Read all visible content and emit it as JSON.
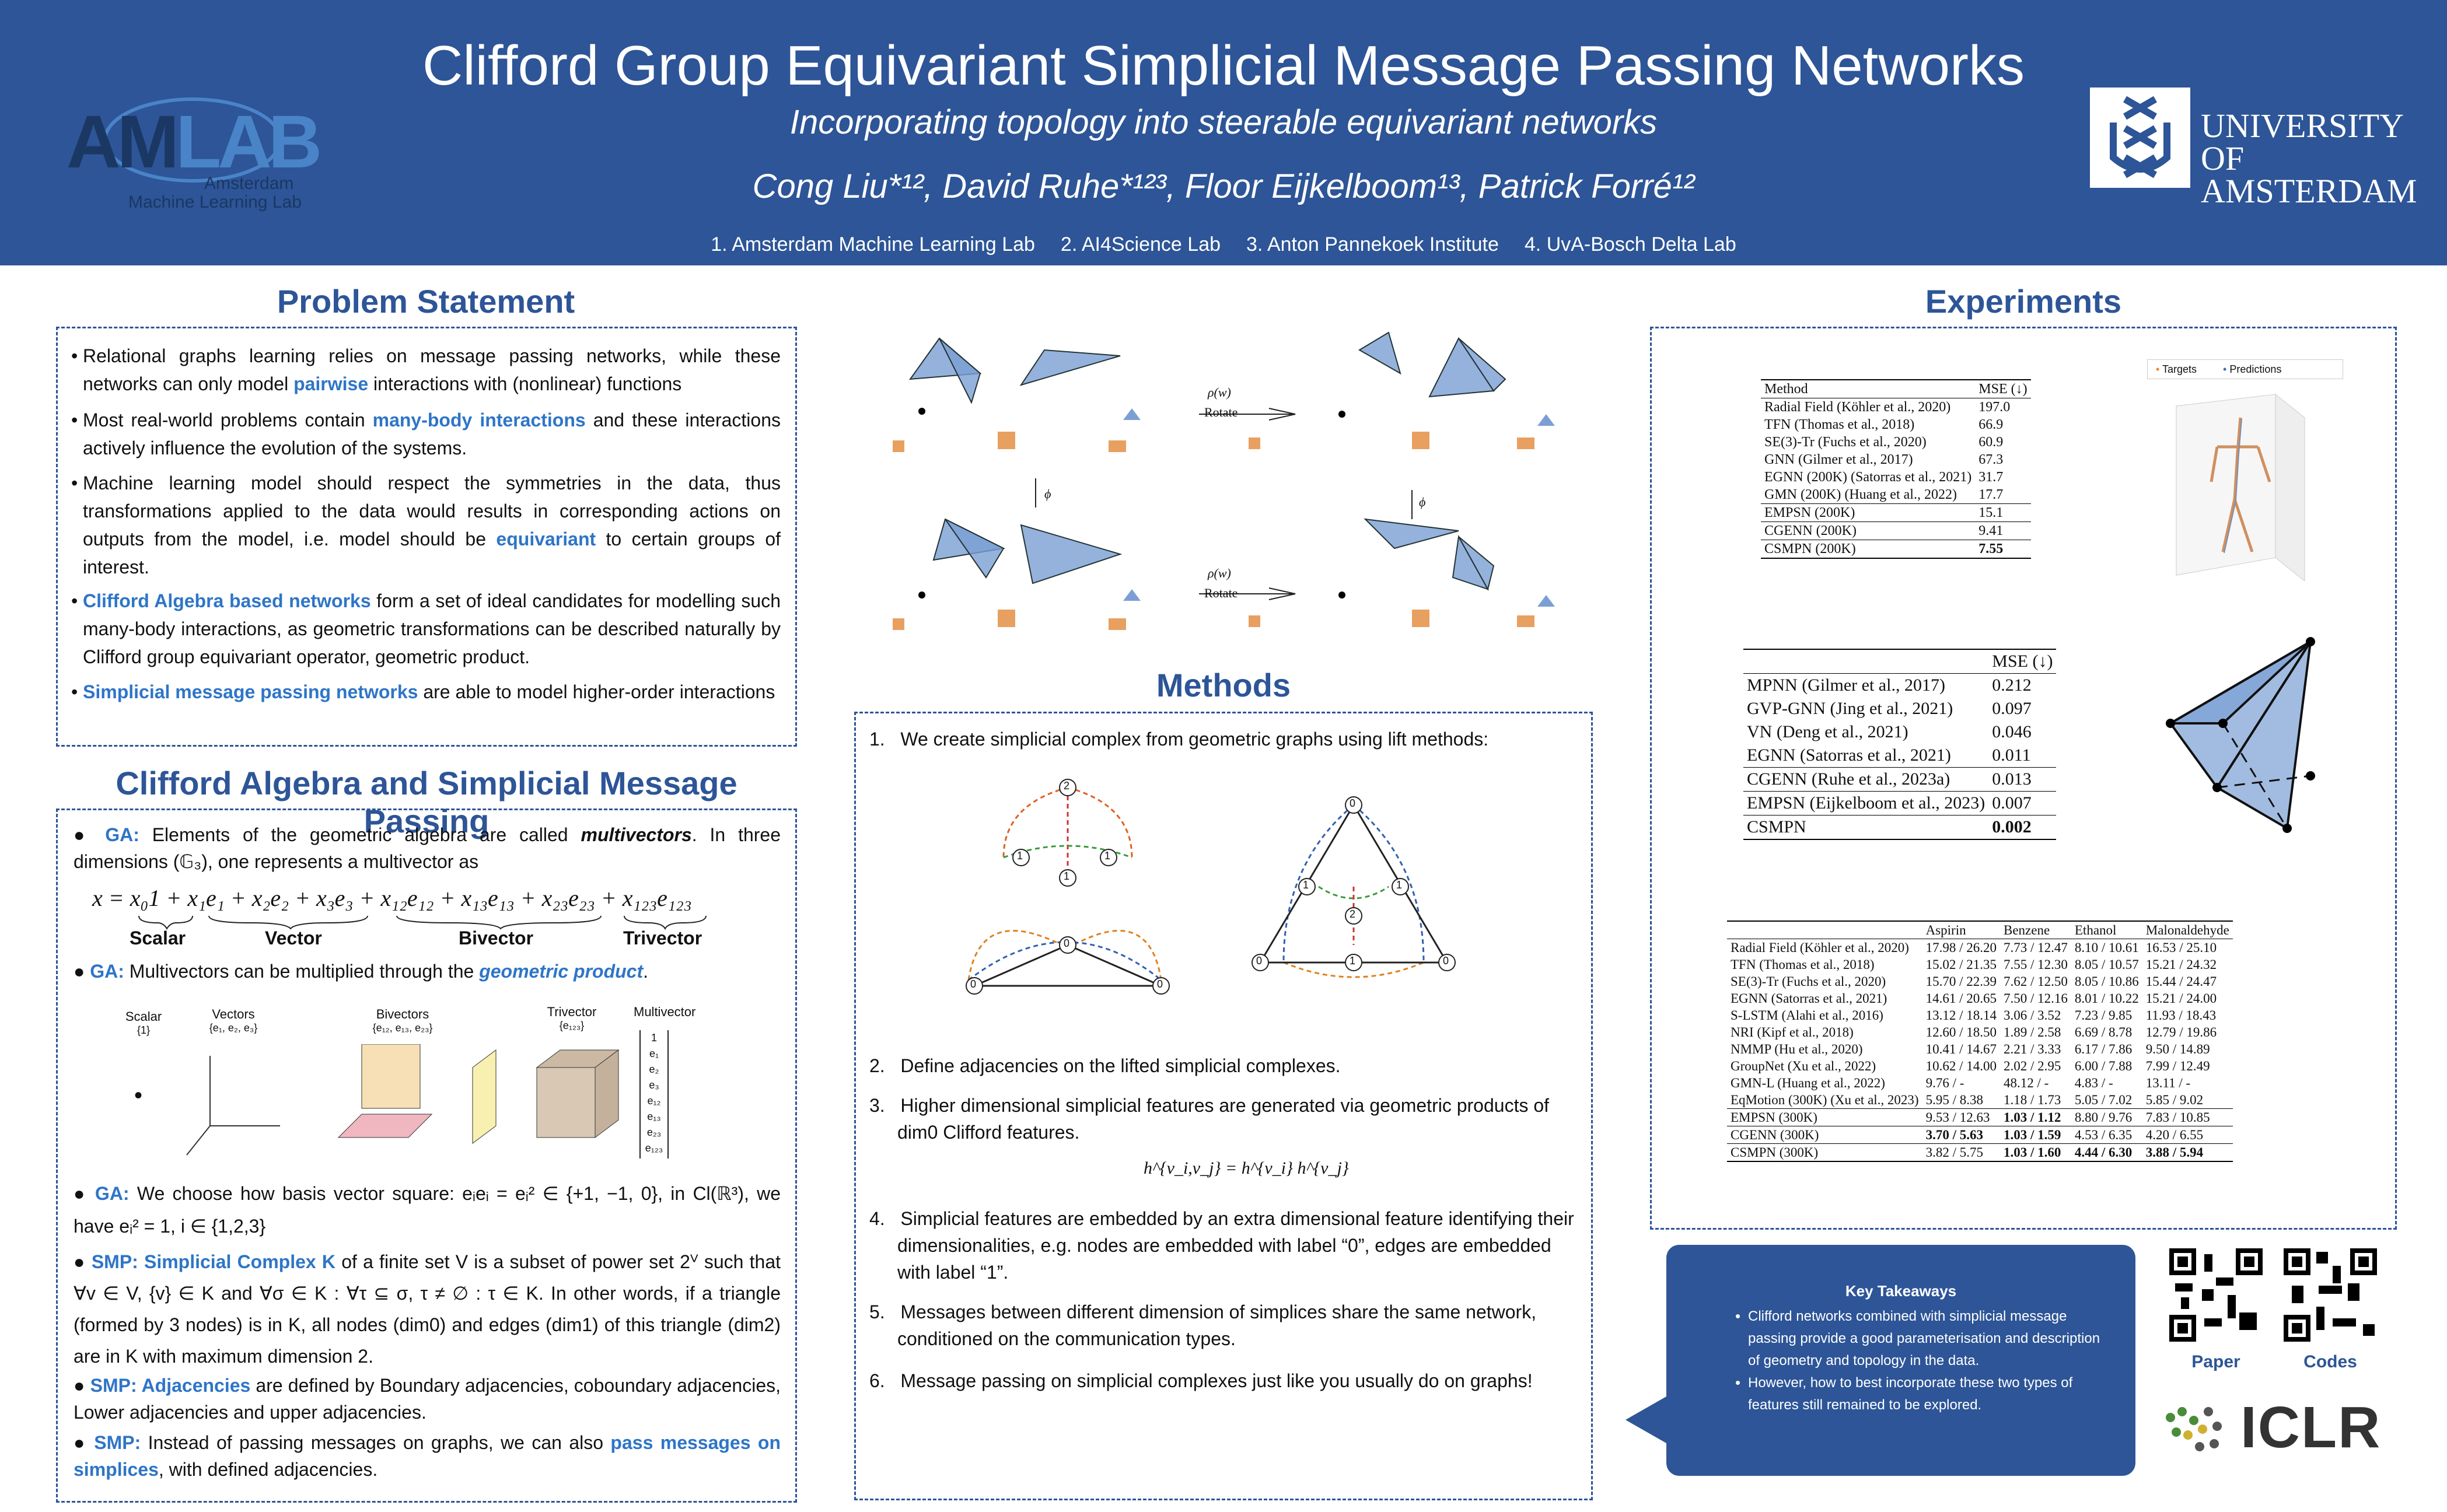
{
  "header": {
    "title": "Clifford Group Equivariant Simplicial Message Passing Networks",
    "subtitle": "Incorporating topology into steerable equivariant networks",
    "authors": "Cong Liu*¹², David Ruhe*¹²³, Floor Eijkelboom¹³, Patrick Forré¹²",
    "affiliations": [
      "1. Amsterdam Machine Learning Lab",
      "2. AI4Science Lab",
      "3. Anton Pannekoek Institute",
      "4. UvA-Bosch Delta Lab"
    ],
    "amlab_logo": {
      "am": "AM",
      "lab": "LAB",
      "sub1": "Amsterdam",
      "sub2": "Machine Learning Lab"
    },
    "uva_logo": {
      "line1": "UNIVERSITY",
      "line2": "OF AMSTERDAM"
    }
  },
  "problem": {
    "title": "Problem Statement",
    "bullets": [
      {
        "a": "Relational graphs learning relies on message passing networks, while these networks can only model ",
        "h": "pairwise",
        "b": " interactions with (nonlinear) functions"
      },
      {
        "a": "Most real-world problems contain ",
        "h": "many-body interactions",
        "b": " and these interactions actively influence the evolution of the systems."
      },
      {
        "a": "Machine learning model should respect the symmetries in the data, thus transformations applied to the data would results in corresponding actions on outputs from the model, i.e. model should be ",
        "h": "equivariant",
        "b": " to certain groups of interest."
      },
      {
        "a": "",
        "h": "Clifford Algebra based networks",
        "b": " form a set of ideal candidates for modelling such many-body interactions, as geometric transformations can be described naturally by Clifford group equivariant operator, geometric product."
      },
      {
        "a": "",
        "h": "Simplicial message passing networks",
        "b": " are able to model higher-order interactions"
      }
    ]
  },
  "ca": {
    "title": "Clifford Algebra and Simplicial Message Passing",
    "ga1_label": "GA:",
    "ga1_text1": " Elements of the geometric algebra are called ",
    "ga1_em": "multivectors",
    "ga1_text2": ". In three dimensions (𝔾₃), one represents a multivector as",
    "eq": "x =  x₀1  + x₁e₁ + x₂e₂ + x₃e₃ + x₁₂e₁₂ + x₁₃e₁₃ + x₂₃e₂₃ +  x₁₂₃e₁₂₃",
    "eq_labels": [
      "Scalar",
      "Vector",
      "Bivector",
      "Trivector"
    ],
    "ga2_label": "GA:",
    "ga2_text": " Multivectors can be multiplied through the ",
    "ga2_em": "geometric product",
    "fig_labels": {
      "scalar": "Scalar",
      "scalar_sub": "{1}",
      "vectors": "Vectors",
      "vectors_sub": "{e₁, e₂, e₃}",
      "bivectors": "Bivectors",
      "bivectors_sub": "{e₁₂, e₁₃, e₂₃}",
      "trivector": "Trivector",
      "trivector_sub": "{e₁₂₃}",
      "multivector": "Multivector"
    },
    "mv_entries": [
      "1",
      "e₁",
      "e₂",
      "e₃",
      "e₁₂",
      "e₁₃",
      "e₂₃",
      "e₁₂₃"
    ],
    "ga3_label": "GA:",
    "ga3_text": " We choose how basis vector square: eᵢeᵢ = eᵢ² ∈ {+1, −1, 0}, in Cl(ℝ³), we have  eᵢ² = 1,  i ∈ {1,2,3}",
    "smp1_label": "SMP: Simplicial Complex K",
    "smp1_text": " of a finite set V is a subset of power set 2ⱽ such that ∀v ∈ V, {v} ∈ K and ∀σ ∈ K : ∀τ ⊆ σ, τ ≠ ∅ : τ ∈ K. In other words, if a triangle (formed by 3 nodes) is in K, all nodes (dim0) and edges (dim1) of this triangle (dim2) are in K with maximum dimension 2.",
    "smp2_label": "SMP: Adjacencies",
    "smp2_text": " are defined by Boundary adjacencies, coboundary adjacencies, Lower adjacencies and upper adjacencies.",
    "smp3_label": "SMP:",
    "smp3_text1": " Instead of passing messages on graphs, we can also ",
    "smp3_hl": "pass messages on simplices",
    "smp3_text2": ", with defined adjacencies."
  },
  "figure_top": {
    "rho": "ρ(w)",
    "rotate": "Rotate",
    "phi": "ϕ"
  },
  "methods": {
    "title": "Methods",
    "steps": [
      "We create simplicial complex from geometric graphs using lift methods:",
      "Define adjacencies on the lifted simplicial complexes.",
      "Higher dimensional simplicial features are generated via geometric products of dim0 Clifford features.",
      "Simplicial features are embedded by an extra dimensional feature identifying their dimensionalities, e.g. nodes are embedded with label “0”, edges are embedded with label “1”.",
      "Messages between different dimension of simplices share the same network, conditioned on the communication types.",
      "Message passing on simplicial complexes just like you usually do on graphs!"
    ],
    "eq": "h^{v_i,v_j} = h^{v_i} h^{v_j}",
    "graph_labels": [
      "2",
      "1",
      "1",
      "1",
      "0",
      "0",
      "0"
    ],
    "graph2_labels": [
      "0",
      "1",
      "1",
      "0",
      "1",
      "2",
      "0"
    ]
  },
  "experiments": {
    "title": "Experiments",
    "t1": {
      "headers": [
        "Method",
        "MSE (↓)"
      ],
      "rows": [
        [
          "Radial Field (Köhler et al., 2020)",
          "197.0"
        ],
        [
          "TFN (Thomas et al., 2018)",
          "66.9"
        ],
        [
          "SE(3)-Tr (Fuchs et al., 2020)",
          "60.9"
        ],
        [
          "GNN (Gilmer et al., 2017)",
          "67.3"
        ],
        [
          "EGNN (200K) (Satorras et al., 2021)",
          "31.7"
        ],
        [
          "GMN (200K) (Huang et al., 2022)",
          "17.7"
        ]
      ],
      "rows2": [
        [
          "EMPSN (200K)",
          "15.1"
        ],
        [
          "CGENN (200K)",
          "9.41"
        ],
        [
          "CSMPN (200K)",
          "7.55"
        ]
      ]
    },
    "legend": {
      "targets": "Targets",
      "predictions": "Predictions"
    },
    "t2": {
      "header": "MSE (↓)",
      "rows": [
        [
          "MPNN (Gilmer et al., 2017)",
          "0.212"
        ],
        [
          "GVP-GNN (Jing et al., 2021)",
          "0.097"
        ],
        [
          "VN (Deng et al., 2021)",
          "0.046"
        ],
        [
          "EGNN (Satorras et al., 2021)",
          "0.011"
        ]
      ],
      "rows2": [
        [
          "CGENN (Ruhe et al., 2023a)",
          "0.013"
        ],
        [
          "EMPSN (Eijkelboom et al., 2023)",
          "0.007"
        ],
        [
          "CSMPN",
          "0.002"
        ]
      ]
    },
    "t3": {
      "headers": [
        "",
        "Aspirin",
        "Benzene",
        "Ethanol",
        "Malonaldehyde"
      ],
      "rows": [
        [
          "Radial Field (Köhler et al., 2020)",
          "17.98 / 26.20",
          "7.73 / 12.47",
          "8.10 / 10.61",
          "16.53 / 25.10"
        ],
        [
          "TFN (Thomas et al., 2018)",
          "15.02 / 21.35",
          "7.55 / 12.30",
          "8.05 / 10.57",
          "15.21 / 24.32"
        ],
        [
          "SE(3)-Tr (Fuchs et al., 2020)",
          "15.70 / 22.39",
          "7.62 / 12.50",
          "8.05 / 10.86",
          "15.44 / 24.47"
        ],
        [
          "EGNN (Satorras et al., 2021)",
          "14.61 / 20.65",
          "7.50 / 12.16",
          "8.01 / 10.22",
          "15.21 / 24.00"
        ],
        [
          "S-LSTM (Alahi et al., 2016)",
          "13.12 / 18.14",
          "3.06 / 3.52",
          "7.23 / 9.85",
          "11.93 / 18.43"
        ],
        [
          "NRI (Kipf et al., 2018)",
          "12.60 / 18.50",
          "1.89 / 2.58",
          "6.69 / 8.78",
          "12.79 / 19.86"
        ],
        [
          "NMMP (Hu et al., 2020)",
          "10.41 / 14.67",
          "2.21 / 3.33",
          "6.17 / 7.86",
          "9.50 / 14.89"
        ],
        [
          "GroupNet (Xu et al., 2022)",
          "10.62 / 14.00",
          "2.02 / 2.95",
          "6.00 / 7.88",
          "7.99 / 12.49"
        ],
        [
          "GMN-L (Huang et al., 2022)",
          "9.76 / -",
          "48.12 / -",
          "4.83 / -",
          "13.11 / -"
        ],
        [
          "EqMotion (300K) (Xu et al., 2023)",
          "5.95 / 8.38",
          "1.18 / 1.73",
          "5.05 / 7.02",
          "5.85 / 9.02"
        ]
      ],
      "rows2": [
        [
          "EMPSN (300K)",
          "9.53 / 12.63",
          "1.03 / 1.12",
          "8.80 / 9.76",
          "7.83 / 10.85"
        ],
        [
          "CGENN (300K)",
          "3.70 / 5.63",
          "1.03 / 1.59",
          "4.53 / 6.35",
          "4.20 / 6.55"
        ],
        [
          "CSMPN (300K)",
          "3.82 / 5.75",
          "1.03 / 1.60",
          "4.44 / 6.30",
          "3.88 / 5.94"
        ]
      ]
    }
  },
  "takeaways": {
    "title": "Key Takeaways",
    "items": [
      "Clifford networks combined with simplicial message passing provide a good parameterisation and description of geometry and topology in the data.",
      "However, how to best incorporate these two types of features still remained to be explored."
    ]
  },
  "links": {
    "paper": "Paper",
    "codes": "Codes"
  },
  "iclr": "ICLR"
}
